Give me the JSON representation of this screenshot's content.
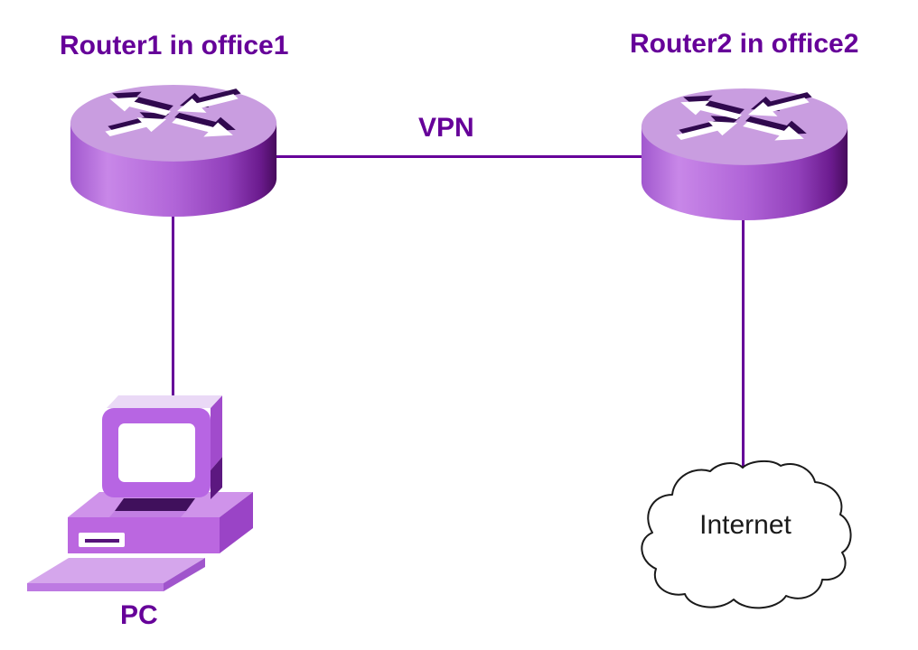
{
  "diagram": {
    "type": "network-topology",
    "background_color": "#ffffff",
    "label_color": "#660099",
    "line_color": "#660099",
    "internet_text_color": "#1a1a1a",
    "nodes": [
      {
        "id": "router1",
        "type": "router",
        "label": "Router1 in office1"
      },
      {
        "id": "router2",
        "type": "router",
        "label": "Router2 in office2"
      },
      {
        "id": "pc",
        "type": "pc",
        "label": "PC"
      },
      {
        "id": "internet",
        "type": "cloud",
        "label": "Internet"
      }
    ],
    "edges": [
      {
        "from": "router1",
        "to": "router2",
        "label": "VPN",
        "style": "horizontal"
      },
      {
        "from": "pc",
        "to": "router1",
        "label": "",
        "style": "vertical"
      },
      {
        "from": "router2",
        "to": "internet",
        "label": "",
        "style": "vertical"
      }
    ],
    "icon_colors": {
      "router_top": "#c99de0",
      "router_side_light": "#c887e8",
      "router_side_dark": "#470b5c",
      "arrow_fill": "#ffffff",
      "arrow_shadow": "#30094e",
      "pc_light": "#d5a6ec",
      "pc_mid": "#b765e3",
      "pc_dark": "#9a44c6",
      "screen_fill": "#ffffff",
      "cloud_fill": "#ffffff",
      "cloud_stroke": "#1a1a1a"
    }
  }
}
